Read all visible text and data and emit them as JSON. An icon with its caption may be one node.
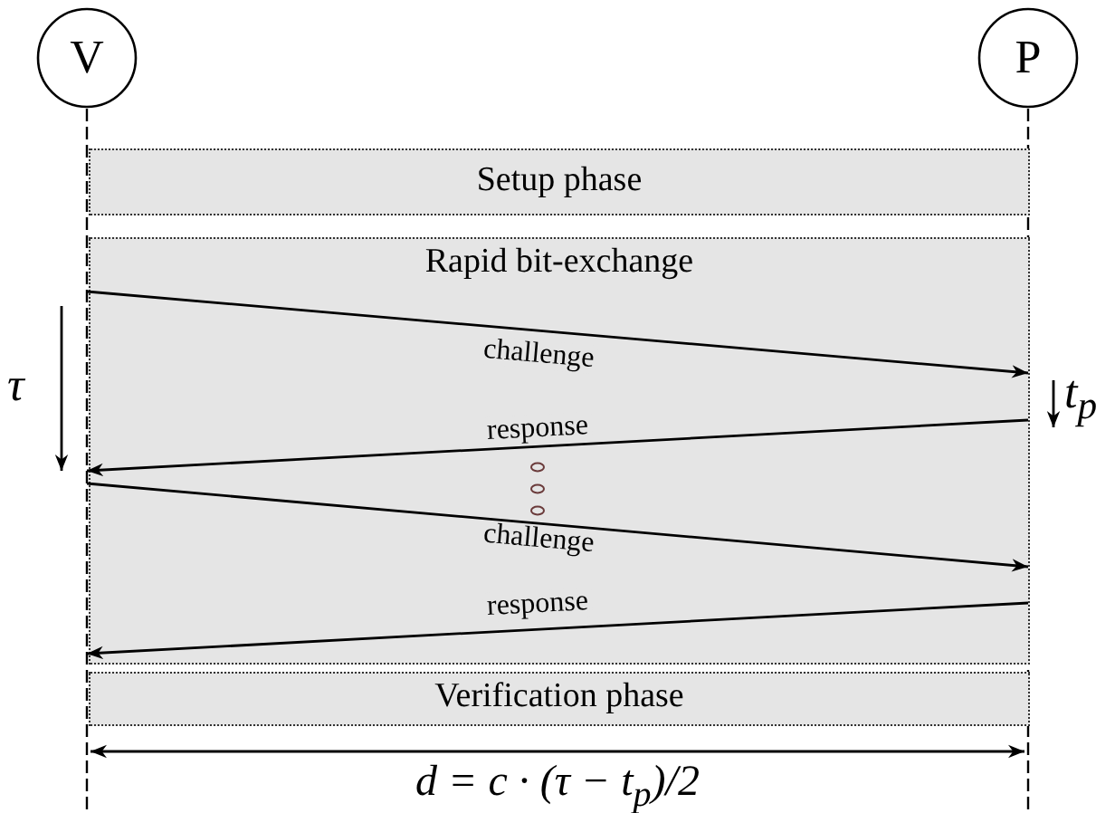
{
  "diagram": {
    "nodes": [
      {
        "text": [
          "V"
        ]
      },
      {
        "text": [
          "P"
        ]
      },
      {
        "text": [
          "Setup phase"
        ]
      },
      {
        "text": [
          "Rapid bit-exchange"
        ]
      },
      {
        "text": [
          "Verification phase"
        ]
      }
    ],
    "edges": [
      {
        "from": 0,
        "to": 1,
        "arrow": "to",
        "label": "challenge"
      },
      {
        "from": 1,
        "to": 0,
        "arrow": "to",
        "label": "response"
      },
      {
        "from": 0,
        "to": 1,
        "arrow": "to",
        "label": "challenge"
      },
      {
        "from": 1,
        "to": 0,
        "arrow": "to",
        "label": "response"
      }
    ],
    "labels": [
      "τ",
      "t$_{p}$",
      "d = c · (τ − t$_{p}$)/2"
    ]
  }
}
